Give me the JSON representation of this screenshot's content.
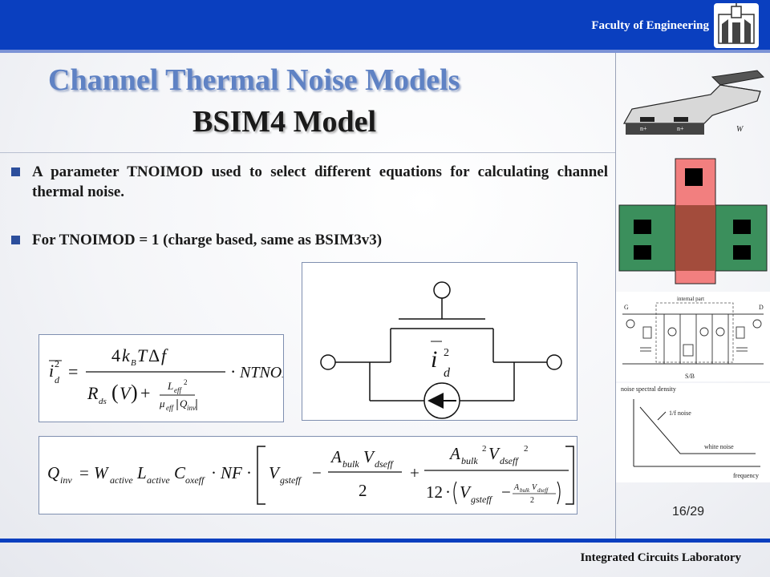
{
  "header": {
    "institution": "Faculty of Engineering",
    "logo_icon": "university-crest-icon"
  },
  "slide": {
    "title": "Channel Thermal Noise Models",
    "subtitle": "BSIM4 Model",
    "bullets": [
      "A parameter TNOIMOD used to select different equations for calculating channel thermal noise.",
      "For TNOIMOD = 1 (charge based, same as BSIM3v3)"
    ],
    "circuit_label": "i",
    "circuit_sup": "2",
    "circuit_sub": "d"
  },
  "side_panel": {
    "chip_icon": "mosfet-3d-structure-icon",
    "layout_icon": "mosfet-layout-icon",
    "schematic_icon": "noise-model-schematic-icon",
    "schematic_title": "internal part",
    "schematic_labels": [
      "G",
      "D",
      "S/B"
    ],
    "plot_ylabel": "noise spectral density",
    "plot_xlabel": "frequency",
    "plot_flicker": "1/f noise",
    "plot_white": "white noise"
  },
  "footer": {
    "page": "16/29",
    "lab": "Integrated Circuits Laboratory"
  },
  "colors": {
    "top_bar": "#0a3fbf",
    "title_blue": "#5f82c4",
    "poly": "#f27f7f",
    "diffusion": "#3b8f5c",
    "overlap": "#a34c3c"
  }
}
